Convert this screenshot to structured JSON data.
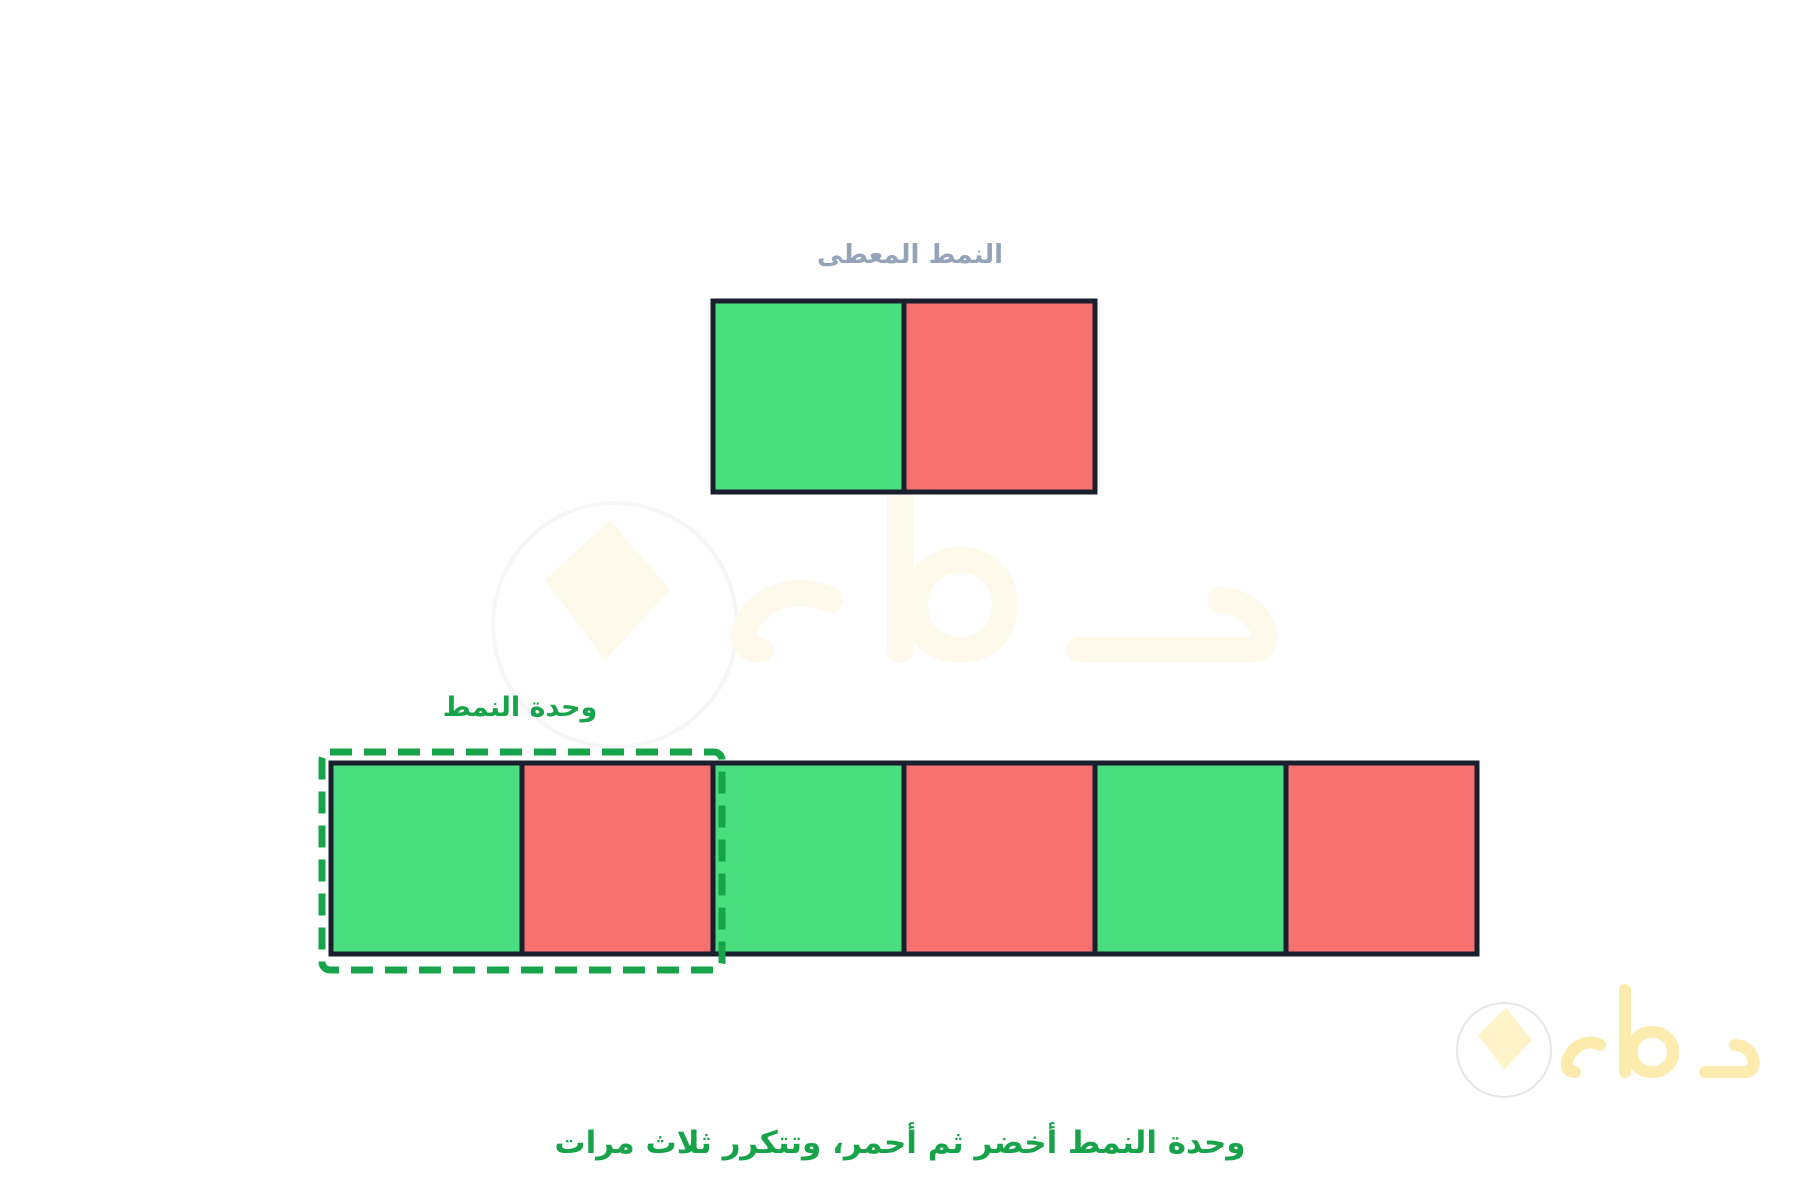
{
  "given_pattern": {
    "label": "النمط المعطى",
    "cells": [
      "green",
      "red"
    ]
  },
  "pattern_unit": {
    "label": "وحدة النمط",
    "covers_cells": 2
  },
  "extended_pattern": {
    "cells": [
      "green",
      "red",
      "green",
      "red",
      "green",
      "red"
    ]
  },
  "caption": "وحدة النمط أخضر ثم أحمر، وتتكرر ثلاث مرات",
  "watermark": {
    "text": "حلول"
  },
  "colors": {
    "green": "#4ade80",
    "red": "#f87171",
    "border": "#1a1f2e",
    "unit_highlight": "#16a34a",
    "caption": "#16a34a",
    "given_label": "#94a3b8",
    "watermark": "#fbbf24"
  }
}
